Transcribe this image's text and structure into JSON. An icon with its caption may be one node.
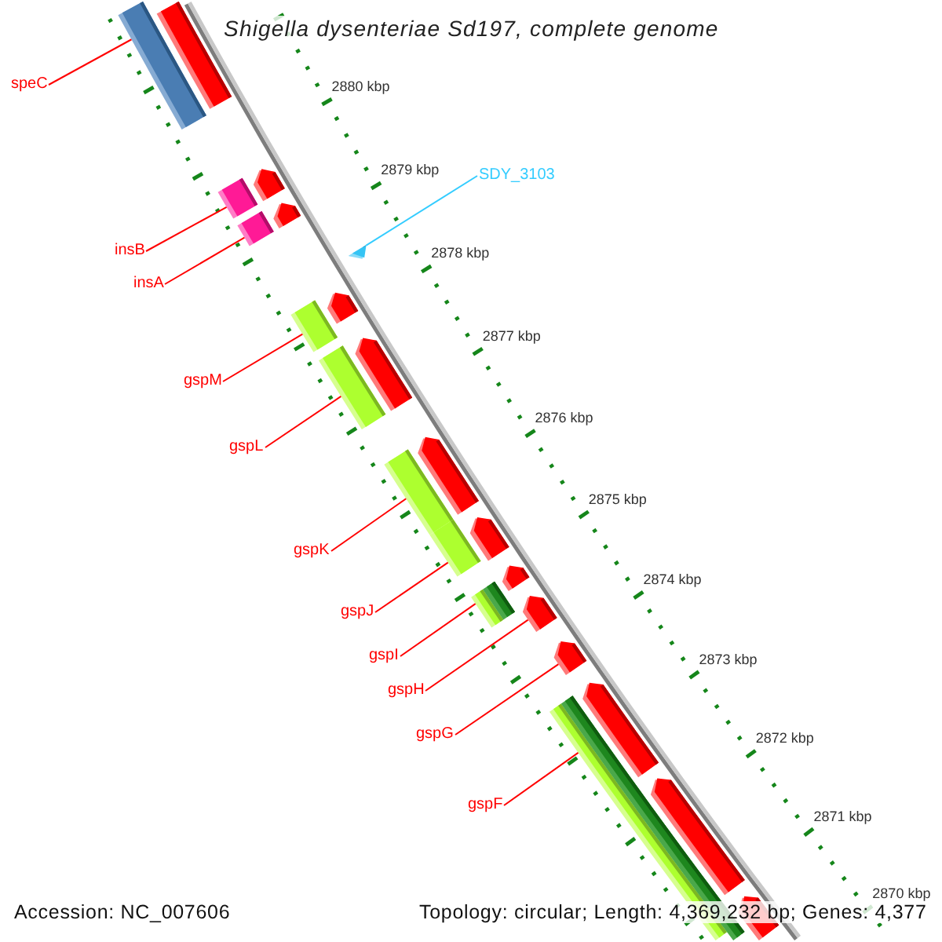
{
  "diagram": {
    "title": "Shigella dysenteriae Sd197, complete genome",
    "nodes": [
      {
        "text": [
          "speC"
        ]
      },
      {
        "text": [
          "SDY_3103"
        ]
      },
      {
        "text": [
          "insB"
        ]
      },
      {
        "text": [
          "insA"
        ]
      },
      {
        "text": [
          "gspM"
        ]
      },
      {
        "text": [
          "gspL"
        ]
      },
      {
        "text": [
          "gspK"
        ]
      },
      {
        "text": [
          "gspJ"
        ]
      },
      {
        "text": [
          "gspI"
        ]
      },
      {
        "text": [
          "gspH"
        ]
      },
      {
        "text": [
          "gspG"
        ]
      },
      {
        "text": [
          "gspF"
        ]
      },
      {
        "text": [],
        "shape": "bar"
      },
      {
        "text": [],
        "shape": "bar"
      },
      {
        "text": [],
        "shape": "bar"
      },
      {
        "text": [],
        "shape": "bar"
      },
      {
        "text": [],
        "shape": "bar"
      },
      {
        "text": [],
        "shape": "bar"
      },
      {
        "text": [],
        "shape": "bar"
      },
      {
        "text": [],
        "shape": "bar"
      },
      {
        "text": [],
        "shape": "bar"
      },
      {
        "text": [],
        "shape": "arrow"
      },
      {
        "text": [],
        "shape": "arrow"
      },
      {
        "text": [],
        "shape": "arrow"
      },
      {
        "text": [],
        "shape": "arrow"
      },
      {
        "text": [],
        "shape": "arrow"
      },
      {
        "text": [],
        "shape": "arrow"
      },
      {
        "text": [],
        "shape": "arrow"
      },
      {
        "text": [],
        "shape": "arrow"
      },
      {
        "text": [],
        "shape": "arrow"
      },
      {
        "text": [],
        "shape": "arrow"
      },
      {
        "text": [],
        "shape": "arrow"
      },
      {
        "text": [],
        "shape": "arrow"
      },
      {
        "text": [],
        "shape": "arrow"
      },
      {
        "text": [],
        "shape": "arrow"
      }
    ],
    "edges": [
      {
        "from": 0,
        "to": 12,
        "arrow": "none"
      },
      {
        "from": 1,
        "to": 34,
        "arrow": "none",
        "color": "#33ccff"
      },
      {
        "from": 2,
        "to": 13,
        "arrow": "none"
      },
      {
        "from": 3,
        "to": 14,
        "arrow": "none"
      },
      {
        "from": 4,
        "to": 15,
        "arrow": "none"
      },
      {
        "from": 5,
        "to": 16,
        "arrow": "none"
      },
      {
        "from": 6,
        "to": 17,
        "arrow": "none"
      },
      {
        "from": 7,
        "to": 18,
        "arrow": "none"
      },
      {
        "from": 8,
        "to": 19,
        "arrow": "none"
      },
      {
        "from": 9,
        "to": 29,
        "arrow": "none"
      },
      {
        "from": 10,
        "to": 30,
        "arrow": "none"
      },
      {
        "from": 11,
        "to": 20,
        "arrow": "none"
      }
    ],
    "labels": [
      "2880 kbp",
      "2879 kbp",
      "2878 kbp",
      "2877 kbp",
      "2876 kbp",
      "2875 kbp",
      "2874 kbp",
      "2873 kbp",
      "2872 kbp",
      "2871 kbp",
      "2870 kbp",
      "Accession: NC_007606",
      "Topology: circular; Length: 4,369,232 bp; Genes: 4,377"
    ]
  }
}
